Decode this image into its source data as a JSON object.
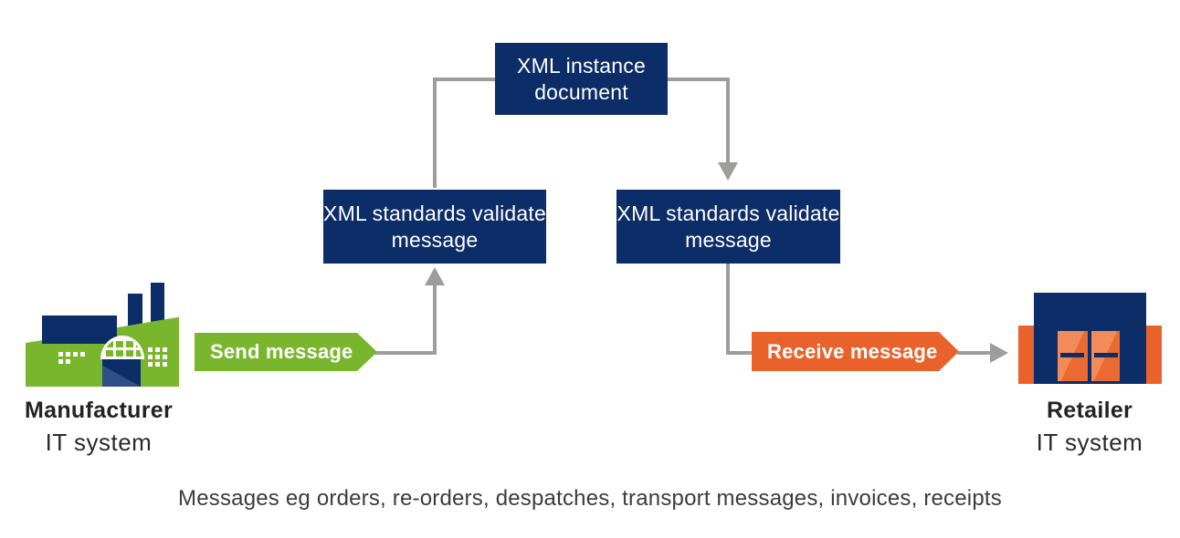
{
  "nodes": {
    "instance": {
      "label": "XML instance document"
    },
    "validate_left": {
      "label": "XML standards validate message"
    },
    "validate_right": {
      "label": "XML standards validate message"
    }
  },
  "banners": {
    "send": {
      "label": "Send message",
      "color": "#7ab62d"
    },
    "receive": {
      "label": "Receive message",
      "color": "#e9622c"
    }
  },
  "entities": {
    "manufacturer": {
      "name": "Manufacturer",
      "system": "IT system"
    },
    "retailer": {
      "name": "Retailer",
      "system": "IT system"
    }
  },
  "caption": "Messages eg orders, re-orders, despatches, transport messages, invoices, receipts",
  "colors": {
    "box_navy": "#0d2d68",
    "connector_gray": "#9d9d9c",
    "factory_green": "#7ab62d",
    "store_orange": "#e9622c",
    "door_slate_blue": "#2e4f88",
    "text_dark": "#232323"
  }
}
